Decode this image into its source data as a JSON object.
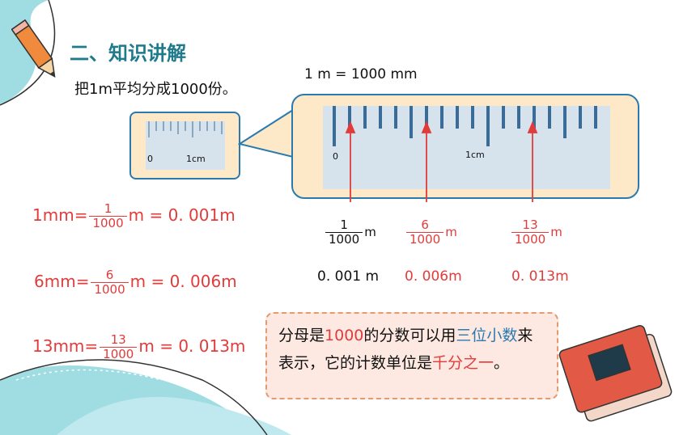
{
  "title": "二、知识讲解",
  "intro": "把1m平均分成1000份。",
  "top_equation": "1 m = 1000 mm",
  "small_ruler": {
    "zero": "0",
    "unit": "1cm"
  },
  "big_ruler": {
    "zero": "0",
    "unit": "1cm"
  },
  "left_equations": [
    {
      "lhs": "1mm=",
      "num": "1",
      "den": "1000",
      "unit": "m",
      "rhs": "= 0. 001m"
    },
    {
      "lhs": "6mm=",
      "num": "6",
      "den": "1000",
      "unit": "m",
      "rhs": "= 0. 006m"
    },
    {
      "lhs": "13mm=",
      "num": "13",
      "den": "1000",
      "unit": "m",
      "rhs": "= 0. 013m"
    }
  ],
  "ruler_fractions": [
    {
      "num": "1",
      "den": "1000",
      "unit": "m",
      "decimal": "0. 001 m"
    },
    {
      "num": "6",
      "den": "1000",
      "unit": "m",
      "decimal": "0. 006m"
    },
    {
      "num": "13",
      "den": "1000",
      "unit": "m",
      "decimal": "0. 013m"
    }
  ],
  "note": {
    "p1": "分母是",
    "p2": "1000",
    "p3": "的分数可以用",
    "p4": "三位小数",
    "p5": "来表示，它的计数单位是",
    "p6": "千分之一",
    "p7": "。"
  },
  "colors": {
    "title": "#1f7a8c",
    "accent_red": "#e23b3b",
    "accent_blue": "#2a7ab0",
    "panel_bg": "#fde9c8"
  }
}
